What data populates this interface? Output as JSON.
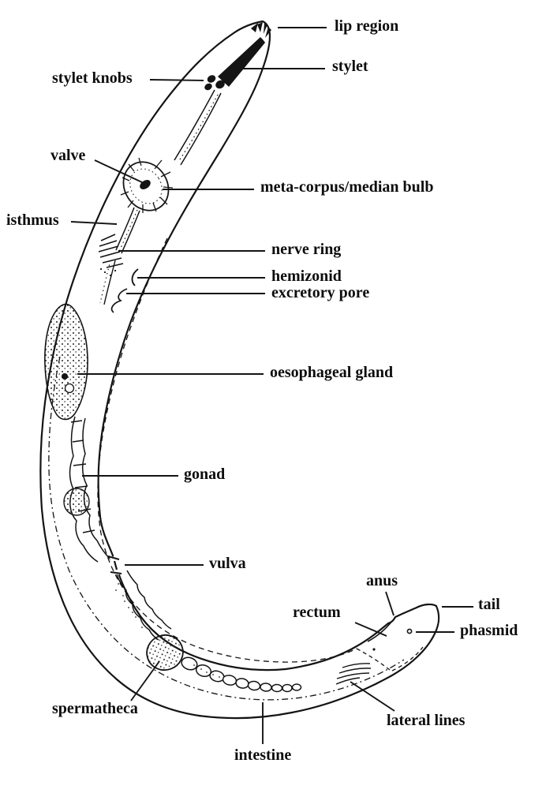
{
  "figure": {
    "kind": "labelled anatomical line drawing",
    "colors": {
      "ink": "#141414",
      "background": "#ffffff"
    }
  },
  "labels": {
    "lip_region": {
      "text": "lip region"
    },
    "stylet": {
      "text": "stylet"
    },
    "stylet_knobs": {
      "text": "stylet knobs"
    },
    "valve": {
      "text": "valve"
    },
    "meta_corpus": {
      "text": "meta-corpus/median bulb"
    },
    "isthmus": {
      "text": "isthmus"
    },
    "nerve_ring": {
      "text": "nerve ring"
    },
    "hemizonid": {
      "text": "hemizonid"
    },
    "excretory_pore": {
      "text": "excretory pore"
    },
    "oesophageal_gland": {
      "text": "oesophageal gland"
    },
    "gonad": {
      "text": "gonad"
    },
    "vulva": {
      "text": "vulva"
    },
    "anus": {
      "text": "anus"
    },
    "rectum": {
      "text": "rectum"
    },
    "tail": {
      "text": "tail"
    },
    "phasmid": {
      "text": "phasmid"
    },
    "spermatheca": {
      "text": "spermatheca"
    },
    "lateral_lines": {
      "text": "lateral lines"
    },
    "intestine": {
      "text": "intestine"
    }
  }
}
